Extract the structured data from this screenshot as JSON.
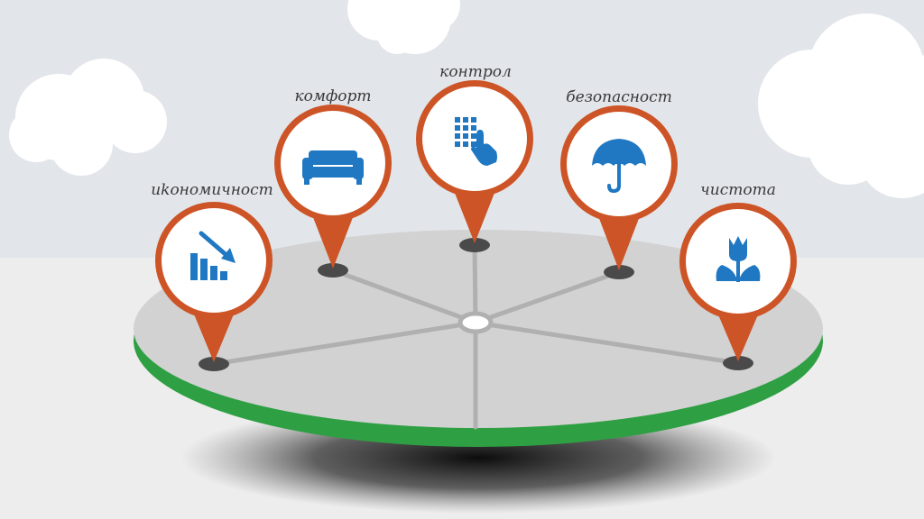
{
  "colors": {
    "sky": "#e2e5ea",
    "ground": "#ededed",
    "cloud": "#ffffff",
    "platform_top": "#d2d2d2",
    "platform_rim": "#2ea043",
    "spokes": "#b0b0b0",
    "pin_fill": "#cd5426",
    "pin_face": "#ffffff",
    "icon": "#1f78c1",
    "anchor": "#4a4a4a"
  },
  "pins": [
    {
      "label": "иkономичност",
      "icon": "falling-bar-chart-icon"
    },
    {
      "label": "комфорт",
      "icon": "sofa-icon"
    },
    {
      "label": "контрол",
      "icon": "keypad-touch-icon"
    },
    {
      "label": "безопасност",
      "icon": "umbrella-icon"
    },
    {
      "label": "чистота",
      "icon": "tulip-icon"
    }
  ]
}
